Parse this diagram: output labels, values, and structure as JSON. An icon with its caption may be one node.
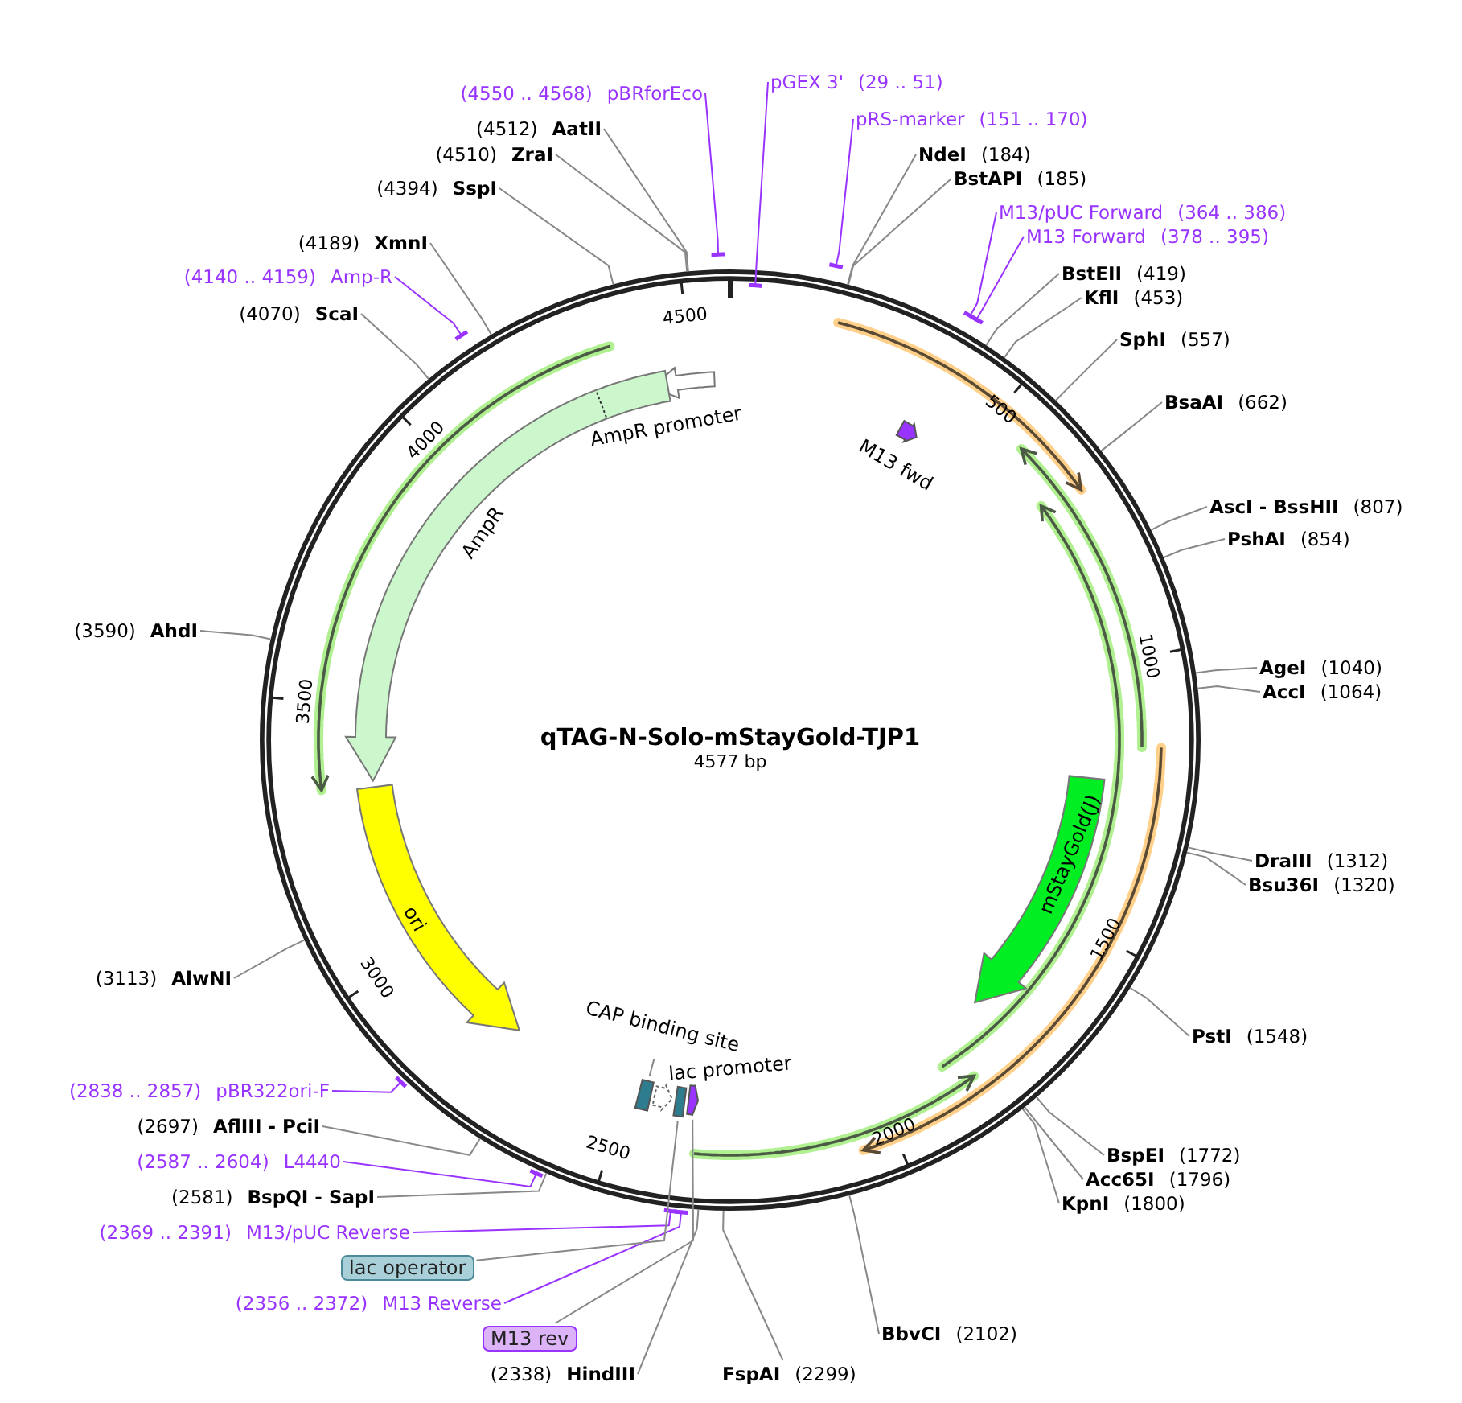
{
  "diagram": {
    "title": "qTAG-N-Solo-mStayGold-TJP1",
    "nodes": [
      {
        "text": [
          "(4550 .. 4568)",
          "pBRforEco"
        ]
      },
      {
        "text": [
          "pGEX 3'",
          "(29 .. 51)"
        ]
      },
      {
        "text": [
          "(4512)",
          "AatII"
        ]
      },
      {
        "text": [
          "pRS-marker",
          "(151 .. 170)"
        ]
      },
      {
        "text": [
          "NdeI",
          "(184)"
        ]
      },
      {
        "text": [
          "(4510)",
          "ZraI"
        ]
      },
      {
        "text": [
          "BstAPI",
          "(185)"
        ]
      },
      {
        "text": [
          "(4394)",
          "SspI"
        ]
      },
      {
        "text": [
          "M13/pUC Forward",
          "(364 .. 386)"
        ]
      },
      {
        "text": [
          "M13 Forward",
          "(378 .. 395)"
        ]
      },
      {
        "text": [
          "(4189)",
          "XmnI"
        ]
      },
      {
        "text": [
          "BstEII",
          "(419)"
        ]
      },
      {
        "text": [
          "(4140 .. 4159)",
          "Amp-R"
        ]
      },
      {
        "text": [
          "KflI",
          "(453)"
        ]
      },
      {
        "text": [
          "(4070)",
          "ScaI"
        ]
      },
      {
        "text": [
          "SphI",
          "(557)"
        ]
      },
      {
        "text": [
          "BsaAI",
          "(662)"
        ]
      },
      {
        "text": [
          "AmpR promoter"
        ]
      },
      {
        "text": [
          "M13 fwd"
        ]
      },
      {
        "text": [
          "AscI - BssHII",
          "(807)"
        ]
      },
      {
        "text": [
          "AmpR"
        ]
      },
      {
        "text": [
          "PshAI",
          "(854)"
        ]
      },
      {
        "text": [
          "(3590)",
          "AhdI"
        ]
      },
      {
        "text": [
          "AgeI",
          "(1040)"
        ]
      },
      {
        "text": [
          "AccI",
          "(1064)"
        ]
      },
      {
        "text": [
          "mStayGold(J)"
        ]
      },
      {
        "text": [
          "ori"
        ]
      },
      {
        "text": [
          "DraIII",
          "(1312)"
        ]
      },
      {
        "text": [
          "Bsu36I",
          "(1320)"
        ]
      },
      {
        "text": [
          "(3113)",
          "AlwNI"
        ]
      },
      {
        "text": [
          "PstI",
          "(1548)"
        ]
      },
      {
        "text": [
          "CAP binding site"
        ]
      },
      {
        "text": [],
        "shape": "box"
      },
      {
        "text": [
          "lac promoter"
        ]
      },
      {
        "text": [],
        "shape": "box"
      },
      {
        "text": [],
        "shape": "arrow"
      },
      {
        "text": [
          "(2838 .. 2857)",
          "pBR322ori-F"
        ]
      },
      {
        "text": [
          "(2697)",
          "AflIII - PciI"
        ]
      },
      {
        "text": [
          "BspEI",
          "(1772)"
        ]
      },
      {
        "text": [
          "(2587 .. 2604)",
          "L4440"
        ]
      },
      {
        "text": [
          "Acc65I",
          "(1796)"
        ]
      },
      {
        "text": [
          "(2581)",
          "BspQI - SapI"
        ]
      },
      {
        "text": [
          "KpnI",
          "(1800)"
        ]
      },
      {
        "text": [
          "(2369 .. 2391)",
          "M13/pUC Reverse"
        ]
      },
      {
        "text": [
          "lac operator"
        ]
      },
      {
        "text": [
          "(2356 .. 2372)",
          "M13 Reverse"
        ]
      },
      {
        "text": [
          "M13 rev"
        ]
      },
      {
        "text": [
          "BbvCI",
          "(2102)"
        ]
      },
      {
        "text": [
          "(2338)",
          "HindIII"
        ]
      },
      {
        "text": [
          "FspAI",
          "(2299)"
        ]
      }
    ],
    "edges": [
      {
        "from": 0,
        "to": null,
        "arrow": "none",
        "color": "#9933ff"
      },
      {
        "from": 1,
        "to": null,
        "arrow": "none",
        "color": "#9933ff"
      },
      {
        "from": 2,
        "to": null,
        "arrow": "none"
      },
      {
        "from": 3,
        "to": null,
        "arrow": "none",
        "color": "#9933ff"
      },
      {
        "from": 4,
        "to": null,
        "arrow": "none"
      },
      {
        "from": 5,
        "to": null,
        "arrow": "none"
      },
      {
        "from": 6,
        "to": null,
        "arrow": "none"
      },
      {
        "from": 7,
        "to": null,
        "arrow": "none"
      },
      {
        "from": 8,
        "to": null,
        "arrow": "none",
        "color": "#9933ff"
      },
      {
        "from": 9,
        "to": null,
        "arrow": "none",
        "color": "#9933ff"
      },
      {
        "from": 10,
        "to": null,
        "arrow": "none"
      },
      {
        "from": 11,
        "to": null,
        "arrow": "none"
      },
      {
        "from": 12,
        "to": null,
        "arrow": "none",
        "color": "#9933ff"
      },
      {
        "from": 13,
        "to": null,
        "arrow": "none"
      },
      {
        "from": 14,
        "to": null,
        "arrow": "none"
      },
      {
        "from": 15,
        "to": null,
        "arrow": "none"
      },
      {
        "from": 16,
        "to": null,
        "arrow": "none"
      },
      {
        "from": 19,
        "to": null,
        "arrow": "none"
      },
      {
        "from": 21,
        "to": null,
        "arrow": "none"
      },
      {
        "from": 22,
        "to": null,
        "arrow": "none"
      },
      {
        "from": 23,
        "to": null,
        "arrow": "none"
      },
      {
        "from": 24,
        "to": null,
        "arrow": "none"
      },
      {
        "from": 27,
        "to": null,
        "arrow": "none"
      },
      {
        "from": 28,
        "to": null,
        "arrow": "none"
      },
      {
        "from": 29,
        "to": null,
        "arrow": "none"
      },
      {
        "from": 30,
        "to": null,
        "arrow": "none"
      },
      {
        "from": 36,
        "to": null,
        "arrow": "none",
        "color": "#9933ff"
      },
      {
        "from": 37,
        "to": null,
        "arrow": "none"
      },
      {
        "from": 38,
        "to": null,
        "arrow": "none"
      },
      {
        "from": 39,
        "to": null,
        "arrow": "none",
        "color": "#9933ff"
      },
      {
        "from": 40,
        "to": null,
        "arrow": "none"
      },
      {
        "from": 41,
        "to": null,
        "arrow": "none"
      },
      {
        "from": 42,
        "to": null,
        "arrow": "none"
      },
      {
        "from": 43,
        "to": null,
        "arrow": "none",
        "color": "#9933ff"
      },
      {
        "from": 45,
        "to": null,
        "arrow": "none",
        "color": "#9933ff"
      },
      {
        "from": 47,
        "to": null,
        "arrow": "none"
      },
      {
        "from": 48,
        "to": null,
        "arrow": "none"
      },
      {
        "from": 49,
        "to": null,
        "arrow": "none"
      },
      {
        "from": 31,
        "to": 32,
        "arrow": "none"
      },
      {
        "from": 44,
        "to": 34,
        "arrow": "none"
      },
      {
        "from": 46,
        "to": 35,
        "arrow": "none"
      }
    ],
    "labels": [
      "4577 bp",
      "500",
      "1000",
      "1500",
      "2000",
      "2500",
      "3000",
      "3500",
      "4000",
      "4500"
    ]
  }
}
